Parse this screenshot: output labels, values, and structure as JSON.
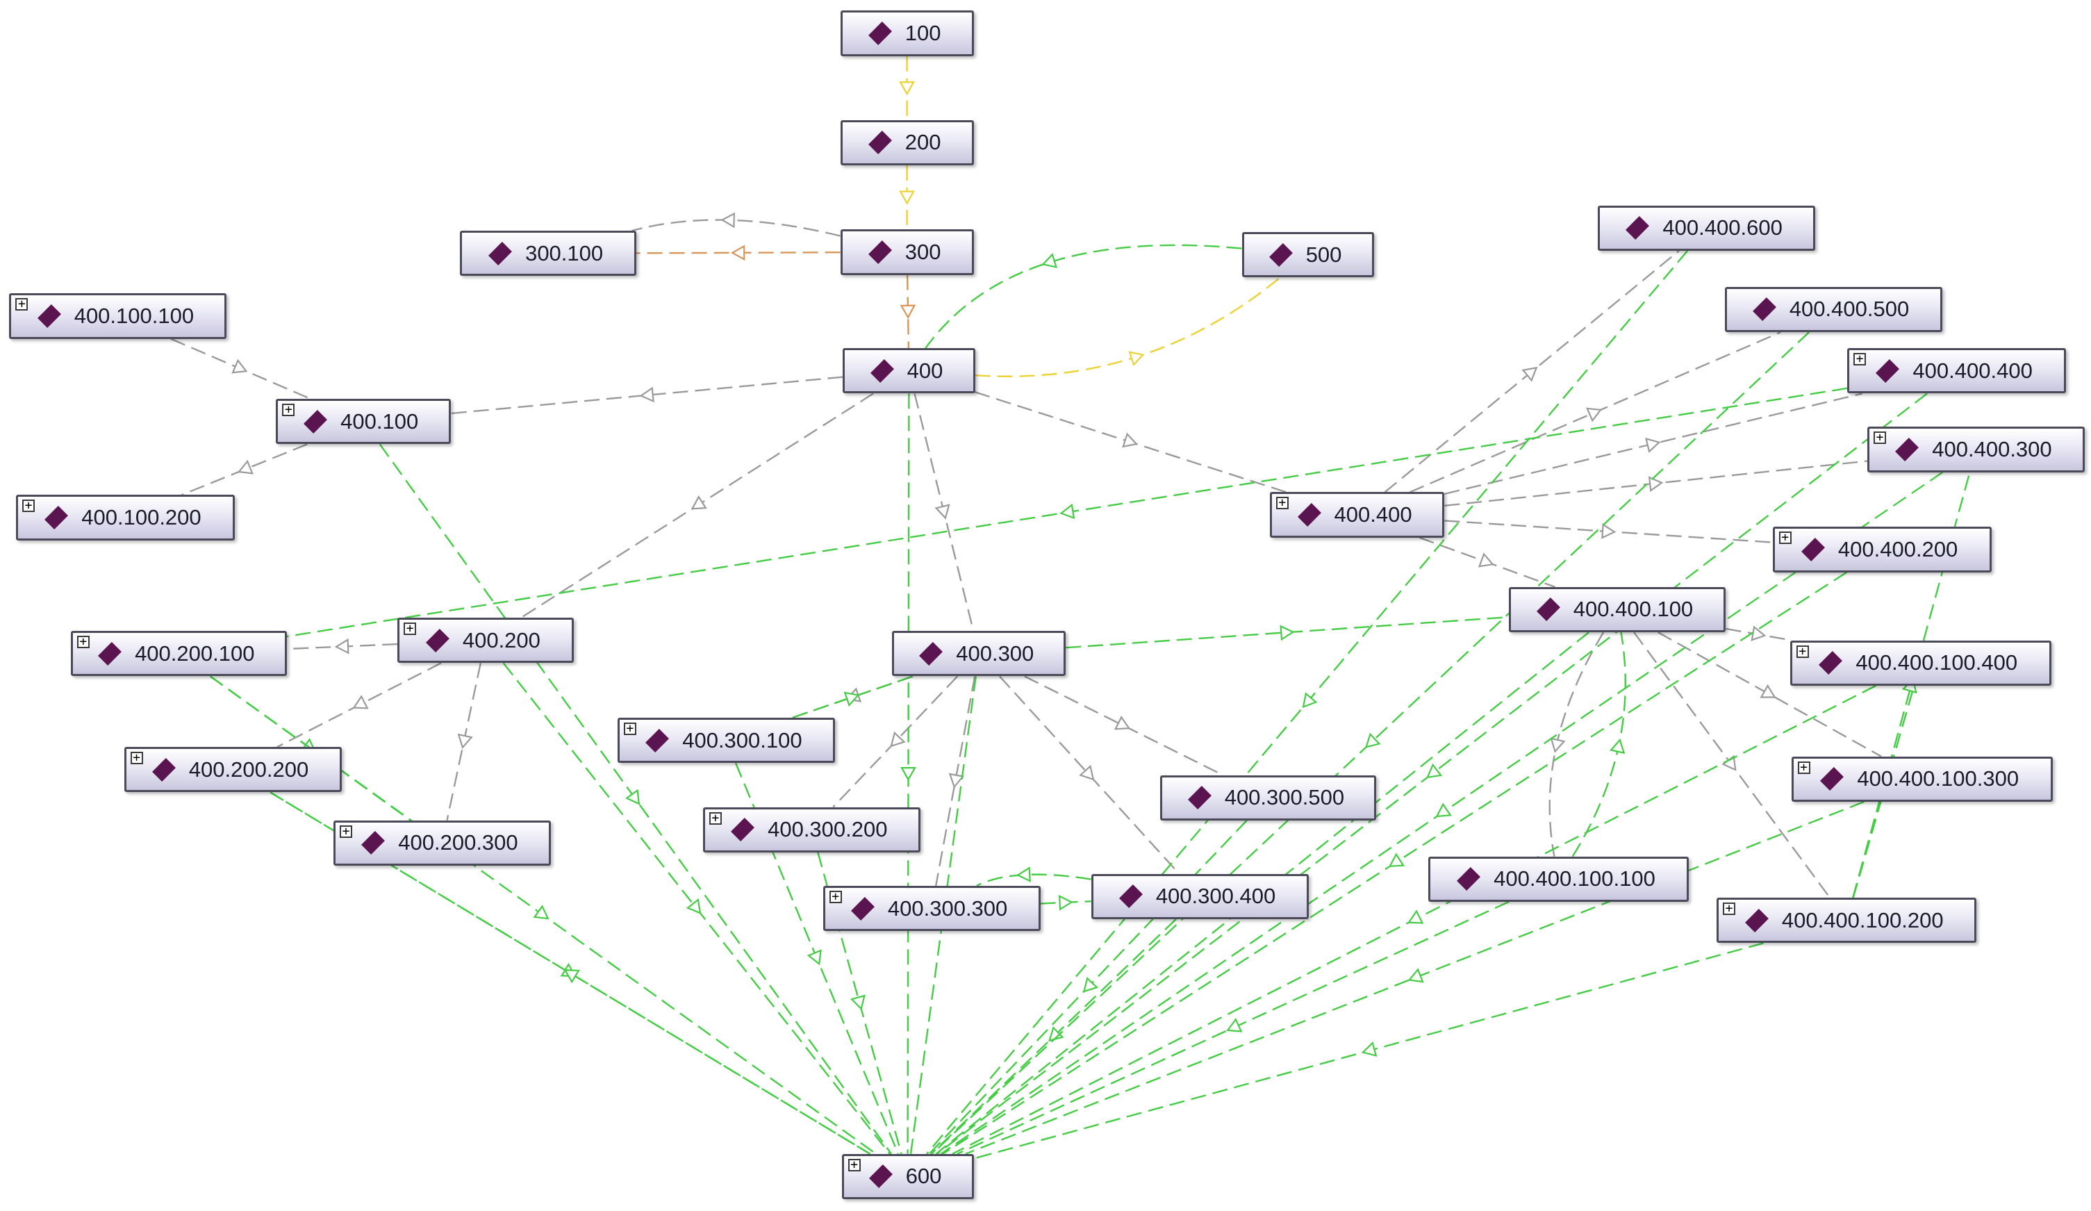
{
  "nodes": {
    "n100": {
      "label": "100",
      "expandable": false
    },
    "n200": {
      "label": "200",
      "expandable": false
    },
    "n300": {
      "label": "300",
      "expandable": false
    },
    "n300_100": {
      "label": "300.100",
      "expandable": false
    },
    "n500": {
      "label": "500",
      "expandable": false
    },
    "n400": {
      "label": "400",
      "expandable": false
    },
    "n400_100_100": {
      "label": "400.100.100",
      "expandable": true
    },
    "n400_100": {
      "label": "400.100",
      "expandable": true
    },
    "n400_100_200": {
      "label": "400.100.200",
      "expandable": true
    },
    "n400_200_100": {
      "label": "400.200.100",
      "expandable": true
    },
    "n400_200": {
      "label": "400.200",
      "expandable": true
    },
    "n400_200_200": {
      "label": "400.200.200",
      "expandable": true
    },
    "n400_200_300": {
      "label": "400.200.300",
      "expandable": true
    },
    "n400_300": {
      "label": "400.300",
      "expandable": false
    },
    "n400_300_100": {
      "label": "400.300.100",
      "expandable": true
    },
    "n400_300_200": {
      "label": "400.300.200",
      "expandable": true
    },
    "n400_300_300": {
      "label": "400.300.300",
      "expandable": true
    },
    "n400_300_400": {
      "label": "400.300.400",
      "expandable": false
    },
    "n400_300_500": {
      "label": "400.300.500",
      "expandable": false
    },
    "n400_400": {
      "label": "400.400",
      "expandable": true
    },
    "n400_400_600": {
      "label": "400.400.600",
      "expandable": false
    },
    "n400_400_500": {
      "label": "400.400.500",
      "expandable": false
    },
    "n400_400_400": {
      "label": "400.400.400",
      "expandable": true
    },
    "n400_400_300": {
      "label": "400.400.300",
      "expandable": true
    },
    "n400_400_200": {
      "label": "400.400.200",
      "expandable": true
    },
    "n400_400_100": {
      "label": "400.400.100",
      "expandable": false
    },
    "n400_400_100_400": {
      "label": "400.400.100.400",
      "expandable": true
    },
    "n400_400_100_300": {
      "label": "400.400.100.300",
      "expandable": true
    },
    "n400_400_100_100": {
      "label": "400.400.100.100",
      "expandable": false
    },
    "n400_400_100_200": {
      "label": "400.400.100.200",
      "expandable": true
    },
    "n600": {
      "label": "600",
      "expandable": true
    }
  },
  "edge_colors": {
    "gray": "#9a9a9a",
    "green": "#44cc44",
    "yellow": "#ecd233",
    "orange": "#d8955a"
  },
  "node_icon": "diamond-icon",
  "expand_icon": "plus-box-icon"
}
